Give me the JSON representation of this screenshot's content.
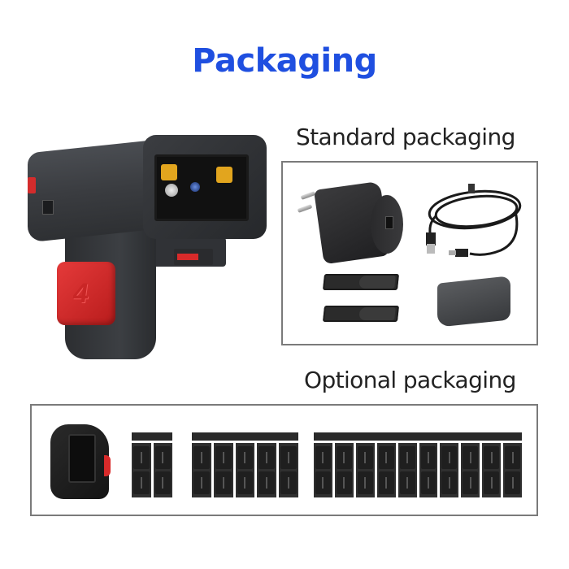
{
  "title": "Packaging",
  "colors": {
    "title": "#1f4fe0",
    "accent_red": "#d82a2a",
    "product_black": "#2a2a2a",
    "led_amber": "#e2a51e",
    "frame_border": "#7a7a7a"
  },
  "product": {
    "name": "ring-barcode-scanner",
    "trigger_glyph": "4"
  },
  "standard": {
    "label": "Standard packaging",
    "items": [
      {
        "name": "usb-wall-charger"
      },
      {
        "name": "usb-a-to-usb-c-cable"
      },
      {
        "name": "velcro-strap-1"
      },
      {
        "name": "velcro-strap-2"
      },
      {
        "name": "battery-pack"
      }
    ]
  },
  "optional": {
    "label": "Optional packaging",
    "items": [
      {
        "name": "wrist-holster"
      },
      {
        "name": "charging-dock",
        "slots": 2
      },
      {
        "name": "charging-dock",
        "slots": 5
      },
      {
        "name": "charging-dock",
        "slots": 10
      }
    ]
  }
}
